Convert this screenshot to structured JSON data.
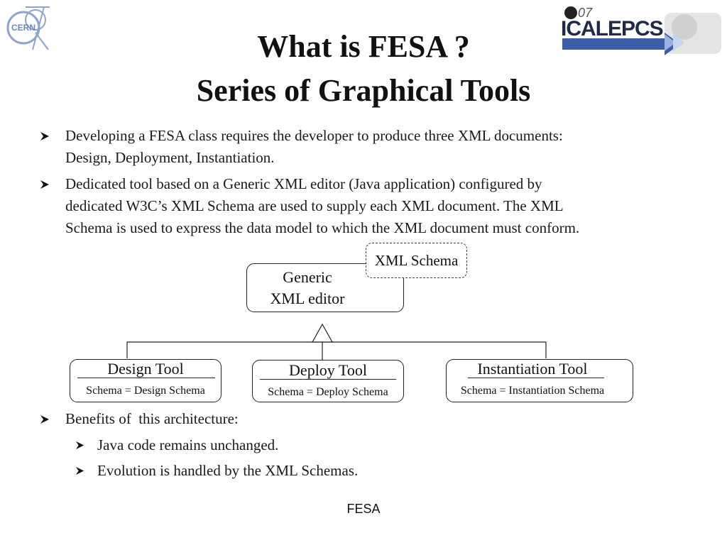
{
  "logos": {
    "cern": "CERN",
    "conference": "ICALEPCS",
    "conference_year": "07"
  },
  "title": {
    "line1": "What is FESA ?",
    "line2": "Series of Graphical Tools"
  },
  "bullets": [
    {
      "text": "Developing a FESA class requires the developer to produce three XML documents:",
      "text2": "Design, Deployment, Instantiation."
    },
    {
      "text": "Dedicated tool based on a Generic XML editor (Java application) configured by",
      "text2": "dedicated W3C’s XML Schema are used to supply each XML document. The XML",
      "text3": "Schema is used to express the data model to which the XML document must conform."
    }
  ],
  "diagram": {
    "schema": "XML Schema",
    "editor": {
      "line1": "Generic",
      "line2": "XML editor"
    },
    "tools": [
      {
        "name": "Design Tool",
        "schema": "Schema = Design Schema"
      },
      {
        "name": "Deploy Tool",
        "schema": "Schema = Deploy Schema"
      },
      {
        "name": "Instantiation Tool",
        "schema": "Schema = Instantiation Schema"
      }
    ]
  },
  "benefits": {
    "heading": "Benefits of  this architecture:",
    "items": [
      "Java code remains unchanged.",
      "Evolution is handled by the XML Schemas."
    ]
  },
  "footer": "FESA",
  "colors": {
    "text": "#111111",
    "logo_blue": "#5b7fc0",
    "arrow_blue": "#3a5fa8"
  }
}
